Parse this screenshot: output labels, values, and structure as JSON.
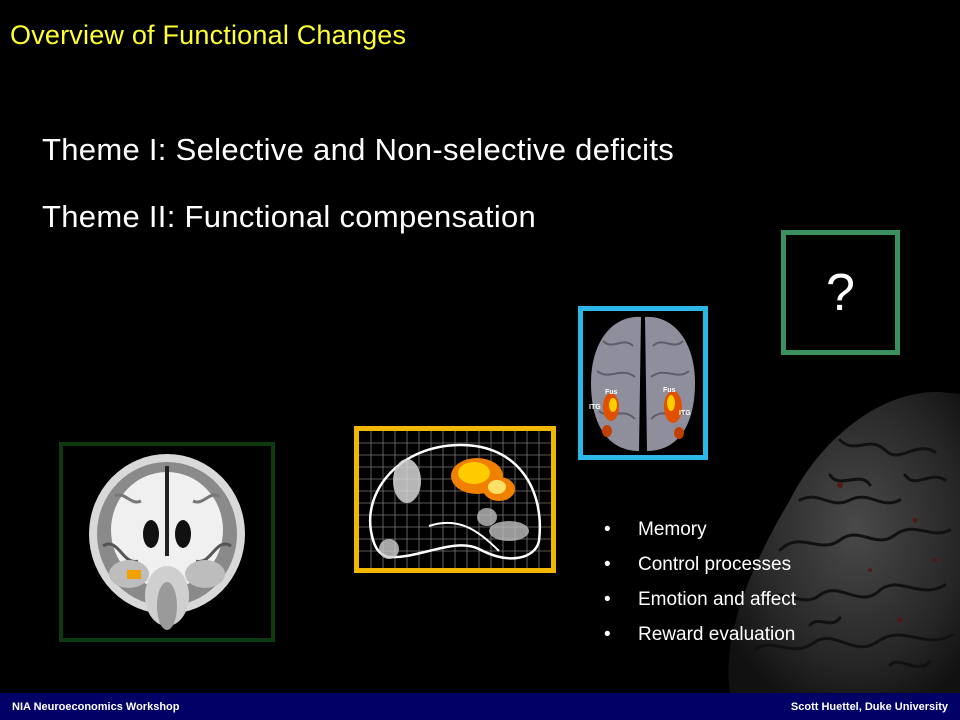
{
  "slide": {
    "title": "Overview of Functional Changes",
    "themes": [
      "Theme I: Selective and Non-selective deficits",
      "Theme II: Functional compensation"
    ],
    "question_box": "?",
    "ventral_labels": {
      "left_fus": "Fus",
      "left_itg": "ITG",
      "right_fus": "Fus",
      "right_itg": "ITG"
    },
    "bullets": [
      "Memory",
      "Control processes",
      "Emotion and affect",
      "Reward evaluation"
    ]
  },
  "footer": {
    "left": "NIA Neuroeconomics Workshop",
    "right": "Scott Huettel, Duke University"
  },
  "colors": {
    "title": "#ffff33",
    "footer_bar": "#000066",
    "frame_coronal": "#0f3a0f",
    "frame_glass": "#f2b800",
    "frame_ventral": "#2bb7e8",
    "frame_question": "#3a8f5e"
  }
}
